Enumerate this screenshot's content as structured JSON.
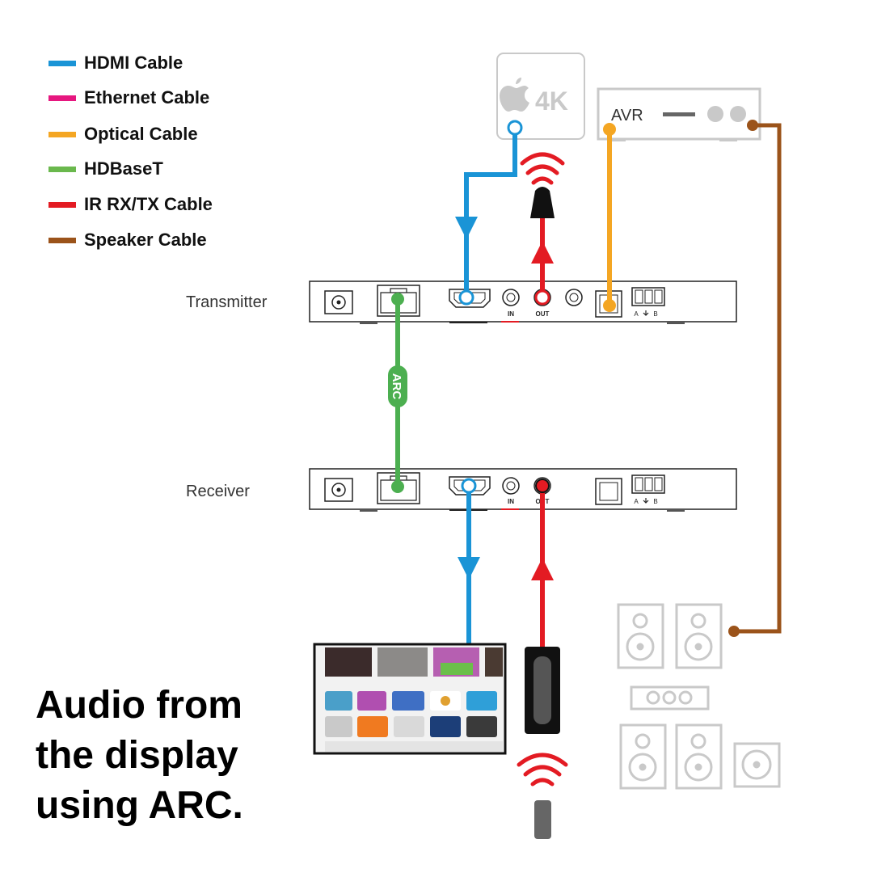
{
  "colors": {
    "hdmi": "#1a94d6",
    "ethernet": "#e6177f",
    "optical": "#f4a623",
    "hdbaset": "#4caf50",
    "ir": "#e31b23",
    "speaker": "#9b531a"
  },
  "legend": [
    {
      "label": "HDMI Cable",
      "color": "#1a94d6"
    },
    {
      "label": "Ethernet Cable",
      "color": "#e6177f"
    },
    {
      "label": "Optical Cable",
      "color": "#f4a623"
    },
    {
      "label": "HDBaseT",
      "color": "#6ab84d"
    },
    {
      "label": "IR RX/TX Cable",
      "color": "#e31b23"
    },
    {
      "label": "Speaker Cable",
      "color": "#9b531a"
    }
  ],
  "devices": {
    "source_label": "4K",
    "avr_label": "AVR",
    "transmitter_label": "Transmitter",
    "receiver_label": "Receiver",
    "ir_in": "IN",
    "ir_out": "OUT",
    "term_a": "A",
    "term_b": "B",
    "arc_badge": "ARC"
  },
  "headline": {
    "line1": "Audio from",
    "line2": "the display",
    "line3": "using ARC."
  }
}
